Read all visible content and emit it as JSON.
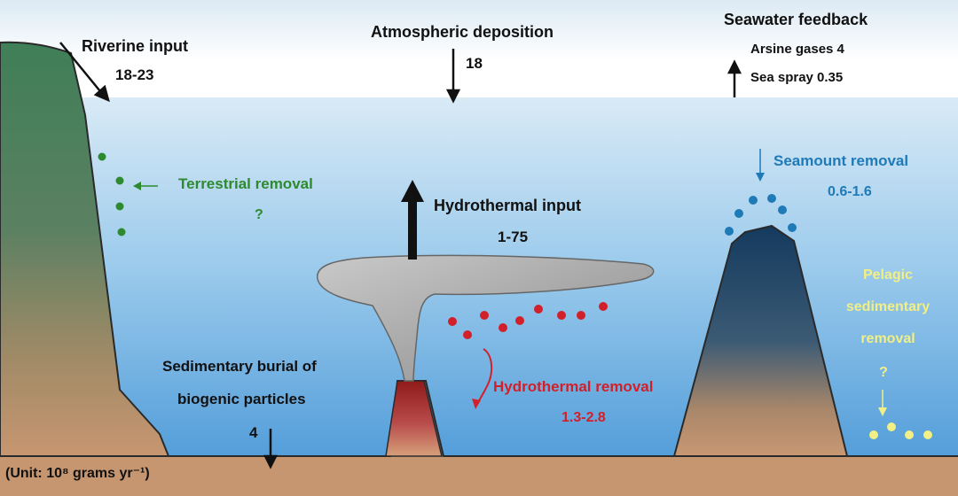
{
  "riverine_input": {
    "title": "Riverine input",
    "value": "18-23"
  },
  "atmospheric_deposition": {
    "title": "Atmospheric deposition",
    "value": "18"
  },
  "seawater_feedback": {
    "title": "Seawater feedback",
    "arsine": "Arsine gases 4",
    "sea_spray": "Sea spray 0.35"
  },
  "terrestrial_removal": {
    "title": "Terrestrial removal",
    "value": "?"
  },
  "hydrothermal_input": {
    "title": "Hydrothermal input",
    "value": "1-75"
  },
  "seamount_removal": {
    "title": "Seamount removal",
    "value": "0.6-1.6"
  },
  "pelagic_removal": {
    "line1": "Pelagic",
    "line2": "sedimentary",
    "line3": "removal",
    "value": "?"
  },
  "sedimentary_burial": {
    "line1": "Sedimentary burial of",
    "line2": "biogenic particles",
    "value": "4"
  },
  "hydrothermal_removal": {
    "title": "Hydrothermal removal",
    "value": "1.3-2.8"
  },
  "unit_note": "(Unit: 10⁸ grams yr⁻¹)",
  "colors": {
    "green": "#2e8a2e",
    "blue": "#1f7ab8",
    "red": "#d2202a",
    "yellow": "#f1ef86"
  }
}
